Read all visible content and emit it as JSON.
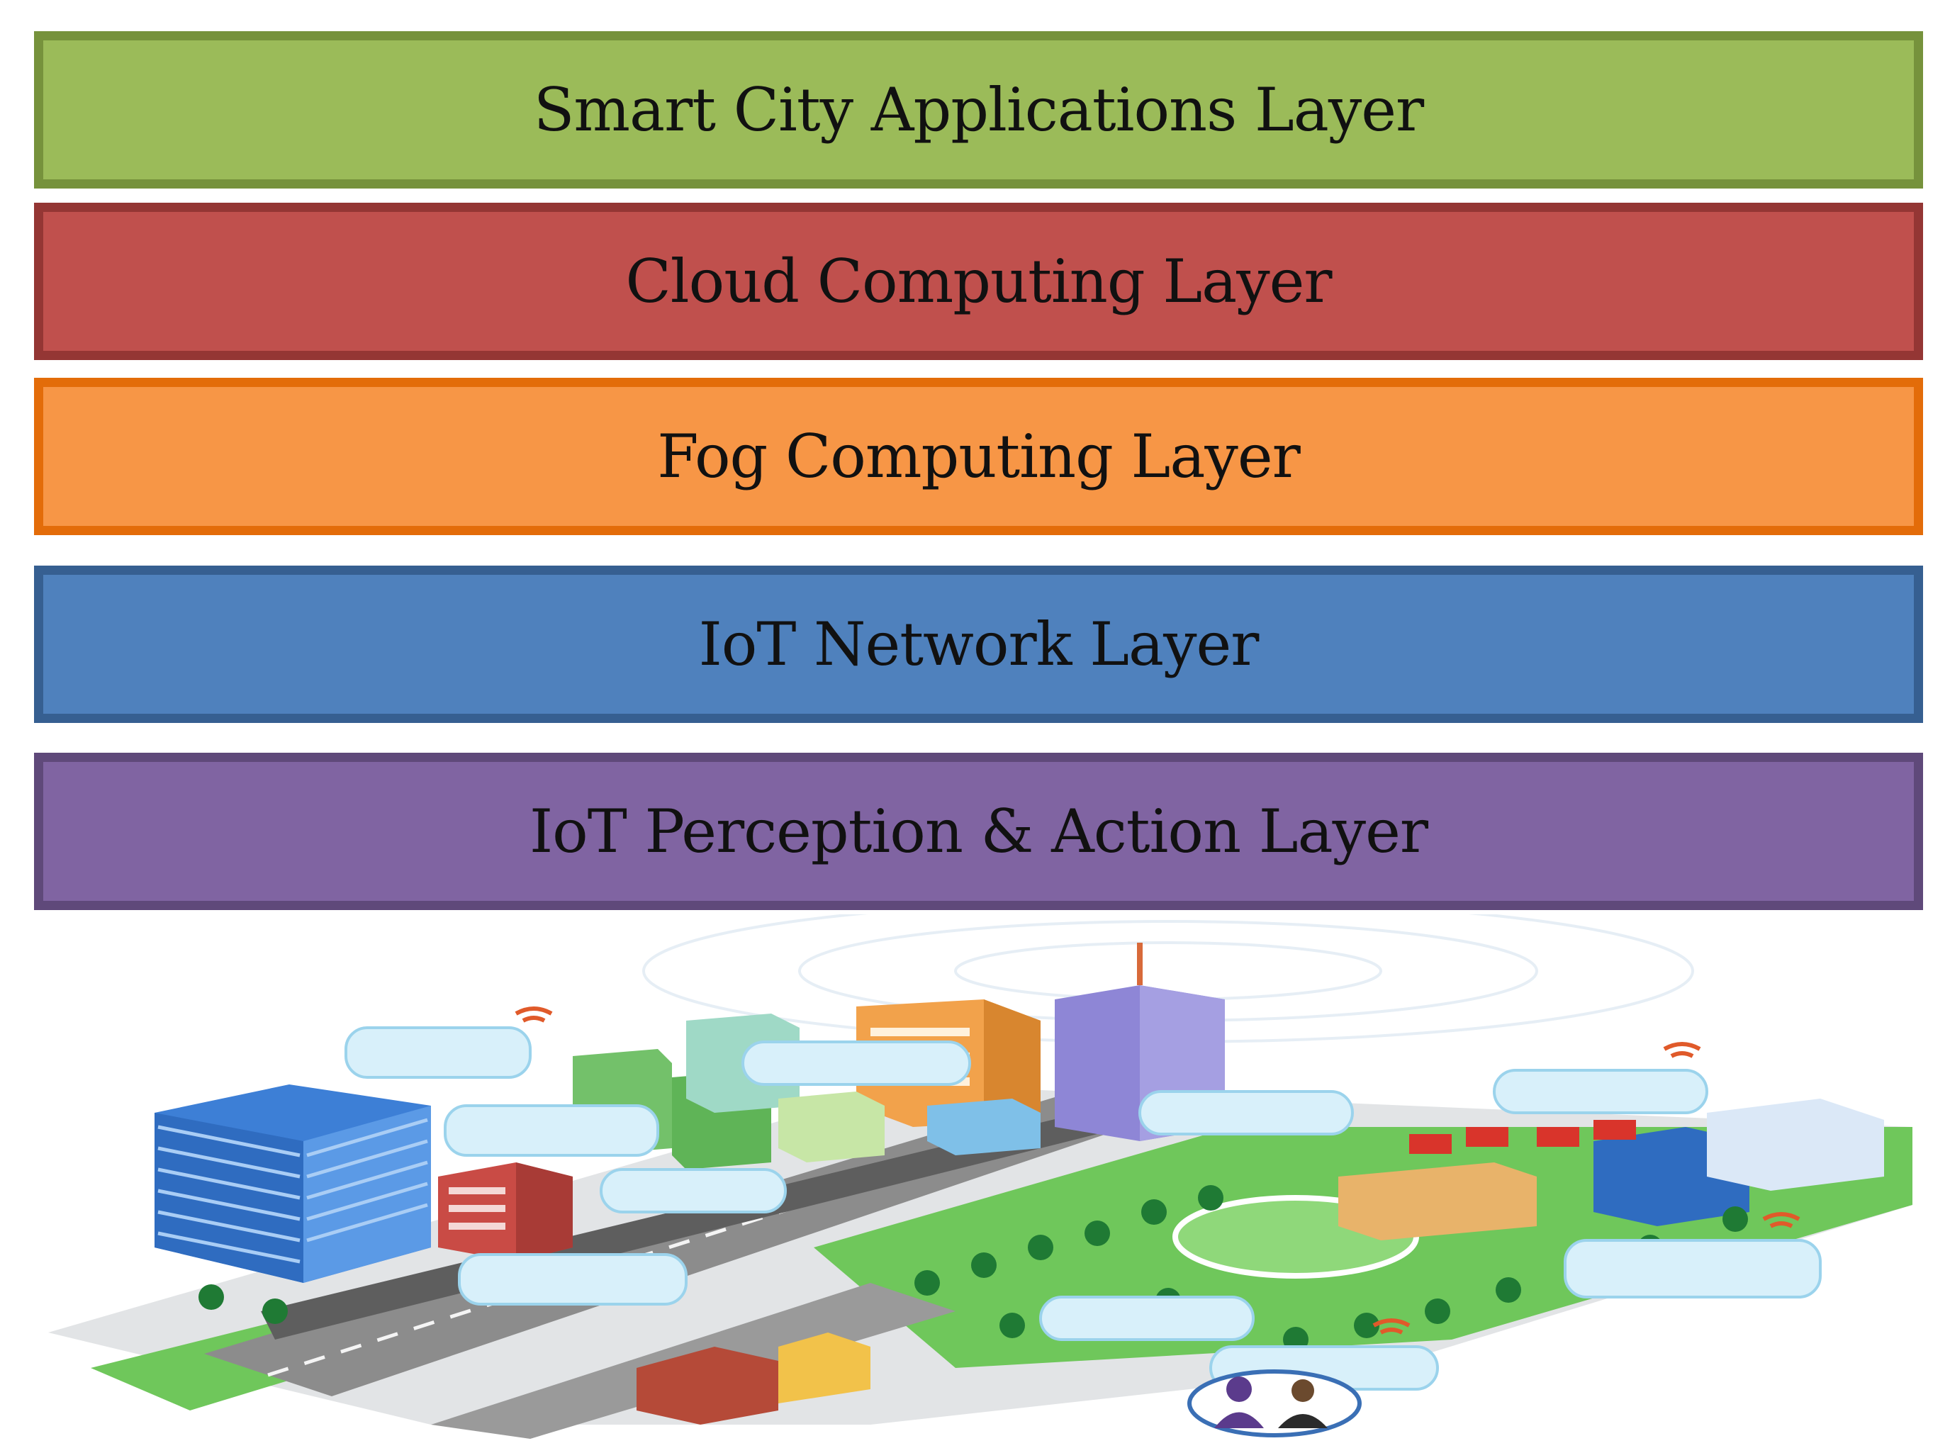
{
  "layers": [
    {
      "label": "Smart City Applications Layer",
      "fill": "#9BBB59",
      "border": "#76923C"
    },
    {
      "label": "Cloud Computing Layer",
      "fill": "#C0504D",
      "border": "#943634"
    },
    {
      "label": "Fog Computing Layer",
      "fill": "#F79646",
      "border": "#E36C09"
    },
    {
      "label": "IoT Network Layer",
      "fill": "#4F81BD",
      "border": "#365F91"
    },
    {
      "label": "IoT Perception & Action Layer",
      "fill": "#8064A2",
      "border": "#5F497A"
    }
  ]
}
